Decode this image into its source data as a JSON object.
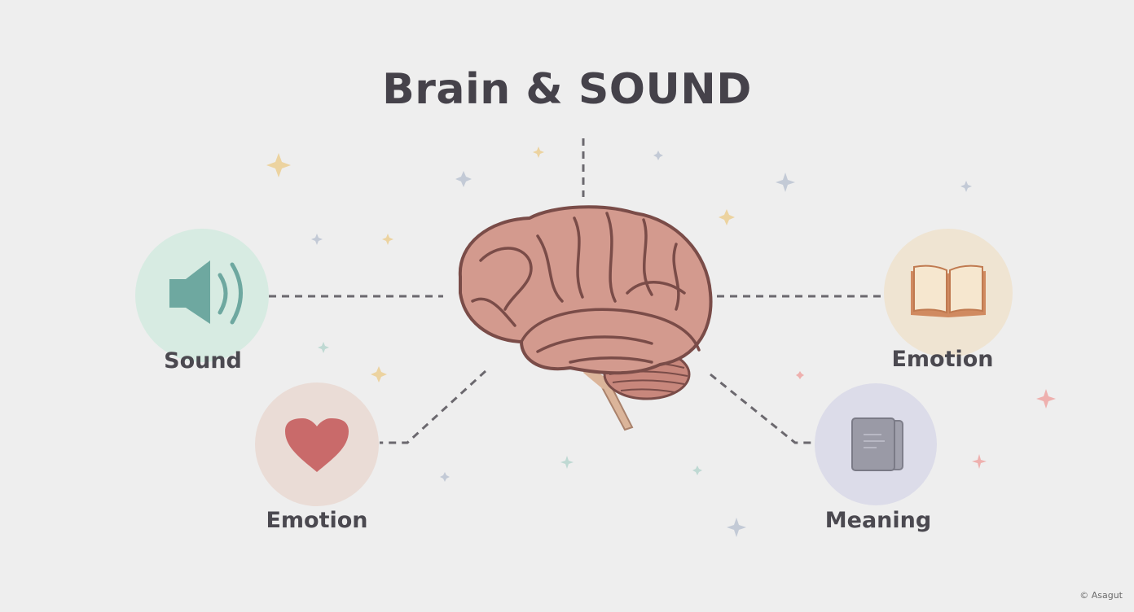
{
  "title": "Brain & SOUND",
  "nodes": {
    "sound": {
      "label": "Sound",
      "icon": "speaker-icon",
      "color": "#d7ebe2",
      "icon_color": "#6ea8a0"
    },
    "emotion_left": {
      "label": "Emotion",
      "icon": "heart-icon",
      "color": "#eadcd6",
      "icon_color": "#c96a6a"
    },
    "emotion_right": {
      "label": "Emotion",
      "icon": "book-icon",
      "color": "#efe4d2",
      "icon_color": "#d08a60"
    },
    "meaning": {
      "label": "Meaning",
      "icon": "document-icon",
      "color": "#dcdce9",
      "icon_color": "#8f8f9c"
    }
  },
  "center": {
    "icon": "brain-icon",
    "color": "#d39a8e",
    "outline": "#7a4c48"
  },
  "credit": "© Asagut"
}
